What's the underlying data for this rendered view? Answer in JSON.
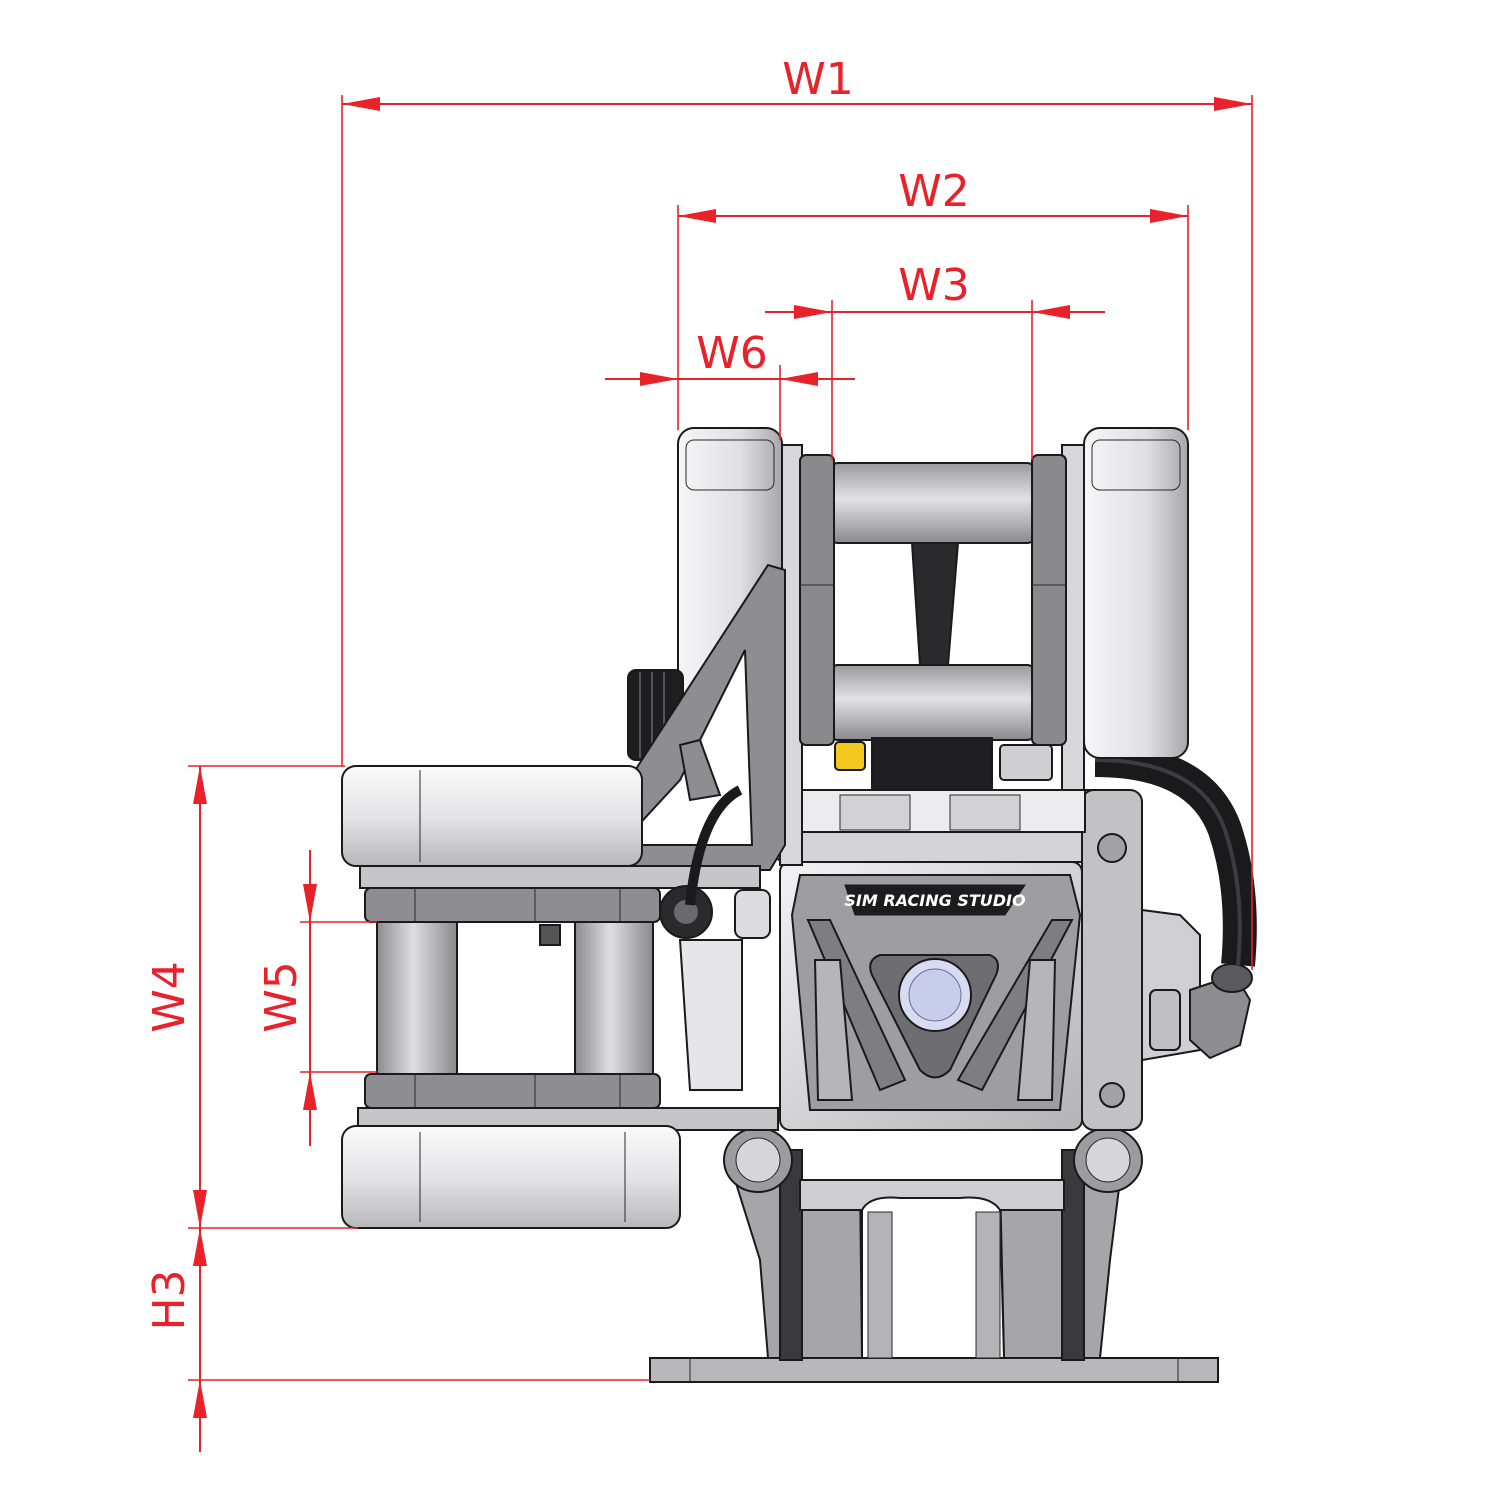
{
  "drawing": {
    "dimension_labels": {
      "w1": "W1",
      "w2": "W2",
      "w3": "W3",
      "w4": "W4",
      "w5": "W5",
      "w6": "W6",
      "h3": "H3"
    },
    "logo_text": "SIM RACING STUDIO",
    "colors": {
      "dimension": "#e8212a",
      "metal": "#c8c8cc",
      "metal_dark": "#8a8a8e",
      "hose": "#1c1c1c",
      "lens": "#d8dcf2",
      "fitting_yellow": "#f2c81e"
    }
  }
}
